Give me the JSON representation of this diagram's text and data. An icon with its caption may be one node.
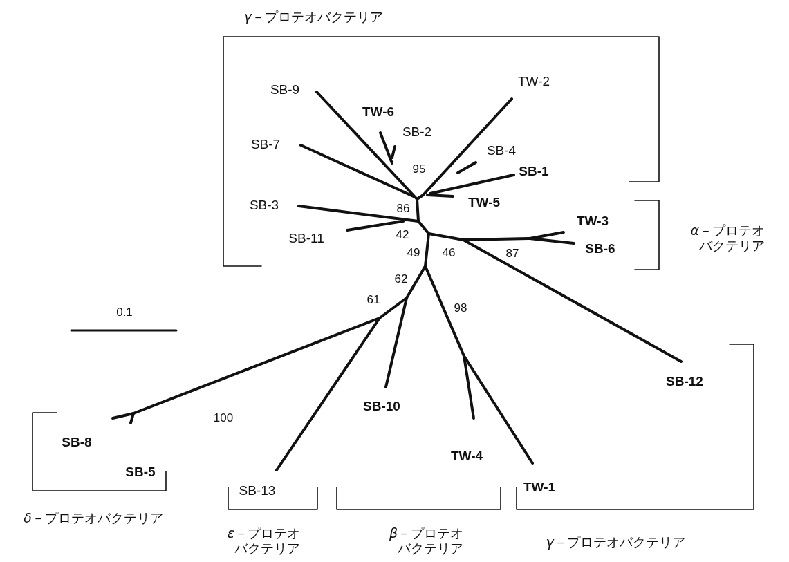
{
  "diagram": {
    "labels": [
      "*γ*－プロテオバクテリア",
      "SB-9",
      "TW-2",
      "TW-6",
      "SB-2",
      "SB-7",
      "SB-4",
      "95",
      "SB-1",
      "SB-3",
      "86",
      "TW-5",
      "TW-3",
      "*α*－プロテオバクテリア",
      "SB-11",
      "42",
      "SB-6",
      "49",
      "46",
      "87",
      "62",
      "0.1",
      "61",
      "98",
      "SB-12",
      "SB-10",
      "100",
      "SB-8",
      "TW-4",
      "SB-5",
      "SB-13",
      "TW-1",
      "*δ*－プロテオバクテリア",
      "*ε*－プロテオバクテリア",
      "*β*－プロテオバクテリア",
      "*γ*－プロテオバクテリア"
    ]
  }
}
